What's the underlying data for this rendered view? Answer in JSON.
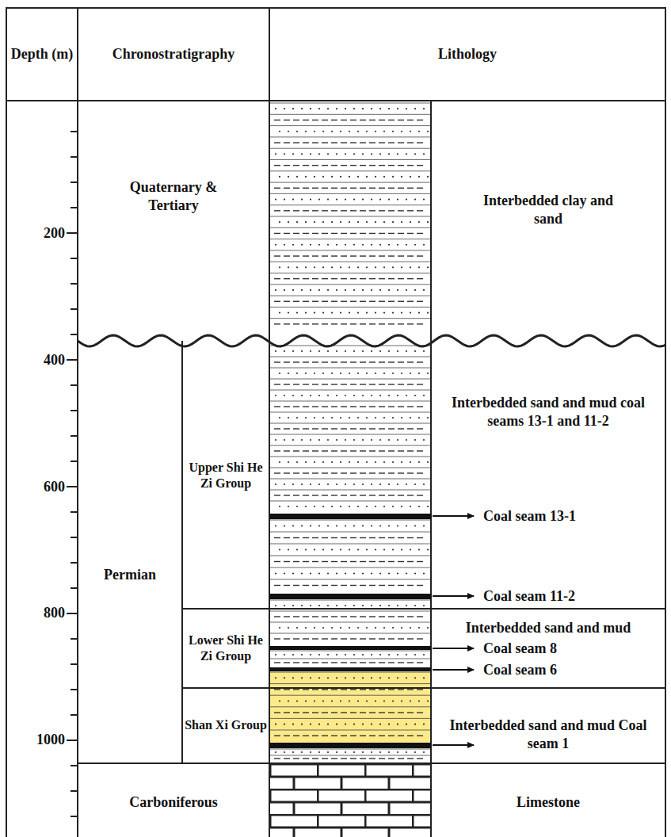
{
  "diagram": {
    "labels": [
      "Depth (m)",
      "Chronostratigraphy",
      "Lithology",
      "200",
      "400",
      "600",
      "800",
      "1000",
      "Quaternary & Tertiary",
      "Interbedded clay and sand",
      "Permian",
      "Upper Shi He Zi Group",
      "Interbedded sand and mud coal seams 13-1 and 11-2",
      "Coal seam 13-1",
      "Coal seam 11-2",
      "Lower Shi He Zi Group",
      "Interbedded sand and mud",
      "Coal seam 8",
      "Coal seam 6",
      "Shan Xi Group",
      "Interbedded sand and mud Coal seam 1",
      "Carboniferous",
      "Limestone"
    ]
  }
}
